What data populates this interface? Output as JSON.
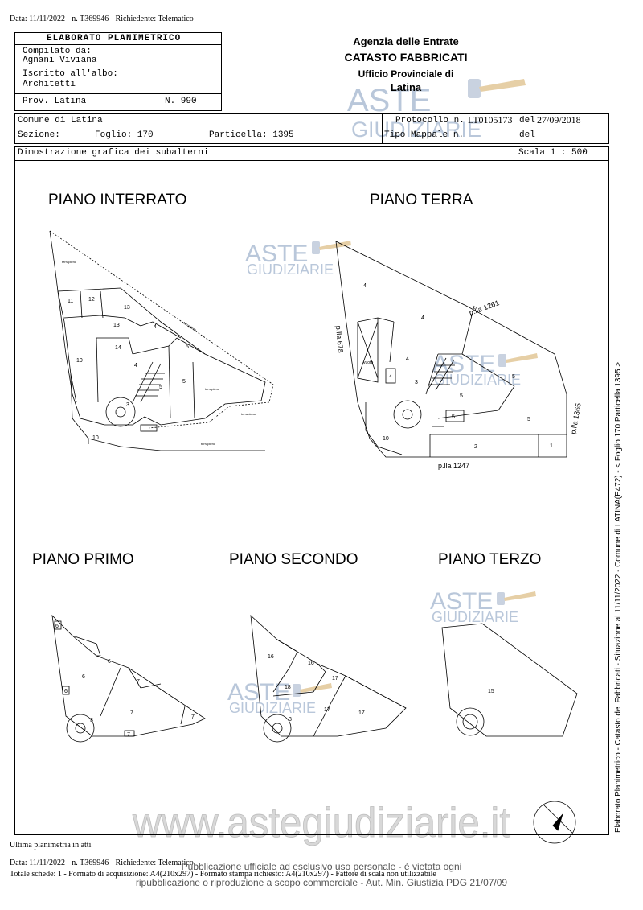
{
  "header": {
    "top_line": "Data: 11/11/2022 - n. T369946 - Richiedente: Telematico"
  },
  "left_box": {
    "title": "ELABORATO PLANIMETRICO",
    "compilato_label": "Compilato da:",
    "compilato_value": "Agnani Viviana",
    "iscritto_label": "Iscritto all'albo:",
    "iscritto_value": "Architetti",
    "prov": "Prov. Latina",
    "numero": "N. 990"
  },
  "right_box": {
    "agency": "Agenzia delle Entrate",
    "catasto": "CATASTO FABBRICATI",
    "ufficio": "Ufficio Provinciale di",
    "city": "Latina"
  },
  "info_row": {
    "comune": "Comune di Latina",
    "sezione": "Sezione:",
    "foglio": "Foglio: 170",
    "particella": "Particella: 1395",
    "protocollo_label": "Protocollo n.",
    "protocollo_value": "LT0105173",
    "del_label_1": "del",
    "del_value_1": "27/09/2018",
    "tipo_label": "Tipo Mappale n.",
    "del_label_2": "del"
  },
  "subtitle_row": {
    "text": "Dimostrazione grafica dei subalterni",
    "scale": "Scala 1 : 500"
  },
  "floors": {
    "interrato": "PIANO INTERRATO",
    "terra": "PIANO TERRA",
    "primo": "PIANO PRIMO",
    "secondo": "PIANO SECONDO",
    "terzo": "PIANO TERZO"
  },
  "plan_labels": {
    "interrato": {
      "n11": "11",
      "n12": "12",
      "n13a": "13",
      "n13b": "13",
      "n14": "14",
      "n10": "10",
      "n4a": "4",
      "n4b": "4",
      "n5a": "5",
      "n5b": "5",
      "n5c": "5",
      "n3": "3",
      "n10b": "10",
      "terrapieno_1": "terrapieno",
      "terrapieno_2": "terrapieno",
      "terrapieno_3": "terrapieno",
      "terrapieno_4": "terrapieno",
      "terrapieno_5": "terrapieno"
    },
    "terra": {
      "n4a": "4",
      "n4b": "4",
      "n4c": "4",
      "n4d": "4",
      "n5a": "5",
      "n5b": "5",
      "n5c": "5",
      "n5d": "5",
      "n3": "3",
      "n10": "10",
      "n2": "2",
      "n1": "1",
      "vuoto": "vuoto",
      "plla1261": "p.lla 1261",
      "plla678": "p.lla 678",
      "plla1365": "p.lla 1365",
      "plla1247": "p.lla 1247"
    },
    "primo": {
      "n6a": "6",
      "n6b": "6",
      "n6c": "6",
      "n6d": "6",
      "n7a": "7",
      "n7b": "7",
      "n7c": "7",
      "n3": "3",
      "n7d": "7"
    },
    "secondo": {
      "n16a": "16",
      "n16b": "16",
      "n18": "18",
      "n17a": "17",
      "n17b": "17",
      "n17c": "17",
      "n3": "3"
    },
    "terzo": {
      "n15": "15"
    }
  },
  "watermark": {
    "aste": "ASTE",
    "giudiziarie": "GIUDIZIARIE",
    "url": "www.astegiudiziarie.it"
  },
  "side_text": "Elaborato Planimetrico - Catasto dei Fabbricati - Situazione al 11/11/2022 - Comune di LATINA(E472) - < Foglio 170 Particella 1395 >",
  "footer": {
    "ultima": "Ultima planimetria in atti",
    "data_line": "Data: 11/11/2022 - n. T369946 - Richiedente: Telematico",
    "totale_line": "Totale schede: 1 - Formato di acquisizione: A4(210x297) - Formato stampa richiesto: A4(210x297) - Fattore di scala non utilizzabile",
    "pub_line_1": "Pubblicazione ufficiale ad esclusivo uso personale - è vietata ogni",
    "pub_line_2": "ripubblicazione o riproduzione a scopo commerciale - Aut. Min. Giustizia PDG 21/07/09"
  },
  "icons": {
    "north": "north-arrow-icon",
    "gavel": "gavel-icon"
  },
  "colors": {
    "watermark": "#b9c7da",
    "ink": "#000000"
  }
}
